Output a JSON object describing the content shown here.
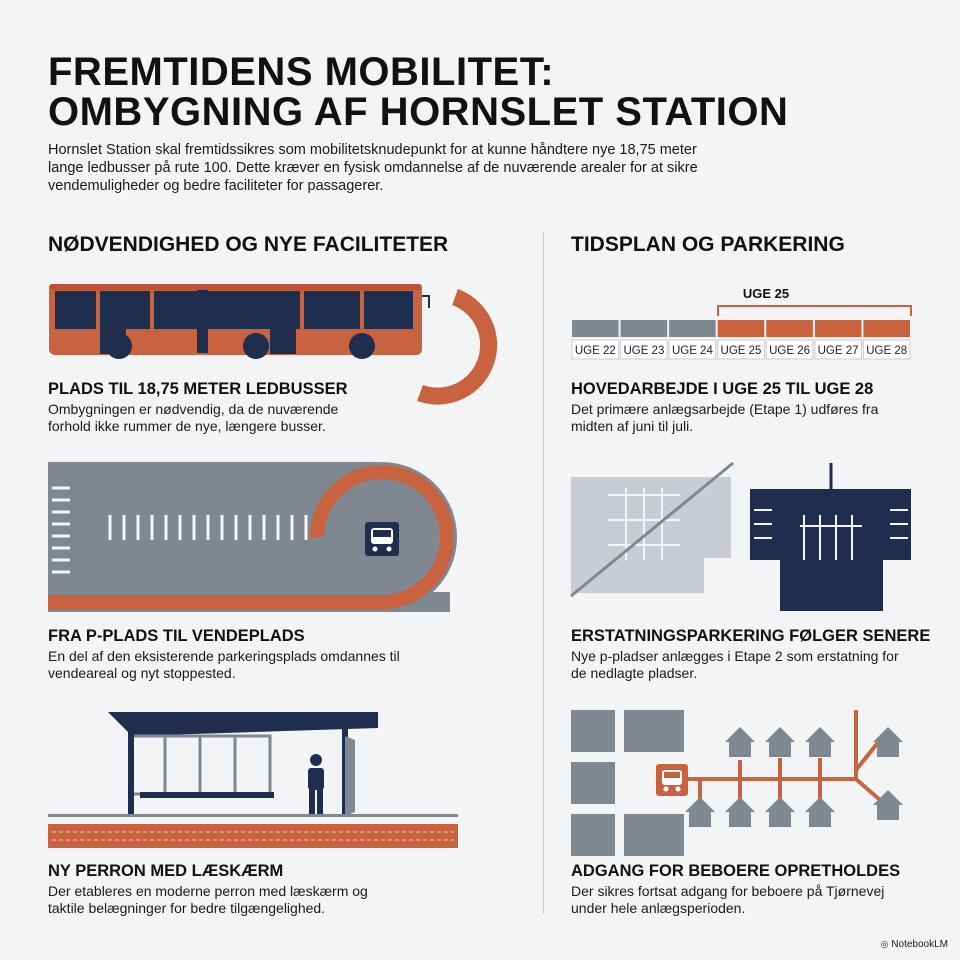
{
  "title": {
    "line1": "FREMTIDENS MOBILITET:",
    "line2": "OMBYGNING AF HORNSLET STATION"
  },
  "intro": "Hornslet Station skal fremtidssikres som mobilitetsknudepunkt for at kunne håndtere nye 18,75 meter lange ledbusser på rute 100. Dette kræver en fysisk omdannelse af de nuværende arealer for at sikre vendemuligheder og bedre faciliteter for passagerer.",
  "left_section": {
    "heading": "NØDVENDIGHED OG NYE FACILITETER",
    "items": [
      {
        "title": "PLADS TIL 18,75 METER LEDBUSSER",
        "desc": "Ombygningen er nødvendig, da de nuværende forhold ikke rummer de nye, længere busser.",
        "icon": "articulated-bus"
      },
      {
        "title": "FRA P-PLADS TIL VENDEPLADS",
        "desc": "En del af den eksisterende parkeringsplads omdannes til vendeareal og nyt stoppested.",
        "icon": "turning-loop"
      },
      {
        "title": "NY PERRON MED LÆSKÆRM",
        "desc": "Der etableres en moderne perron med læskærm og taktile belægninger for bedre tilgængelighed.",
        "icon": "bus-shelter"
      }
    ]
  },
  "right_section": {
    "heading": "TIDSPLAN OG PARKERING",
    "timeline": {
      "marker": "UGE 25",
      "weeks": [
        "UGE 22",
        "UGE 23",
        "UGE 24",
        "UGE 25",
        "UGE 26",
        "UGE 27",
        "UGE 28"
      ],
      "active_from_index": 3
    },
    "items": [
      {
        "title": "HOVEDARBEJDE I UGE 25 TIL UGE 28",
        "desc": "Det primære anlægsarbejde (Etape 1) udføres fra midten af juni til juli.",
        "icon": "timeline"
      },
      {
        "title": "ERSTATNINGSPARKERING FØLGER SENERE",
        "desc": "Nye p-pladser anlægges i Etape 2 som erstatning for de nedlagte pladser.",
        "icon": "parking-replacement"
      },
      {
        "title": "ADGANG FOR BEBOERE OPRETHOLDES",
        "desc": "Der sikres fortsat adgang for beboere på Tjørnevej under hele anlægsperioden.",
        "icon": "resident-access-map"
      }
    ]
  },
  "colors": {
    "accent": "#c8623f",
    "navy": "#1f2d4f",
    "gray": "#7f8790",
    "light_gray": "#c9ccd3",
    "background": "#f3f4f6"
  },
  "watermark": "NotebookLM"
}
